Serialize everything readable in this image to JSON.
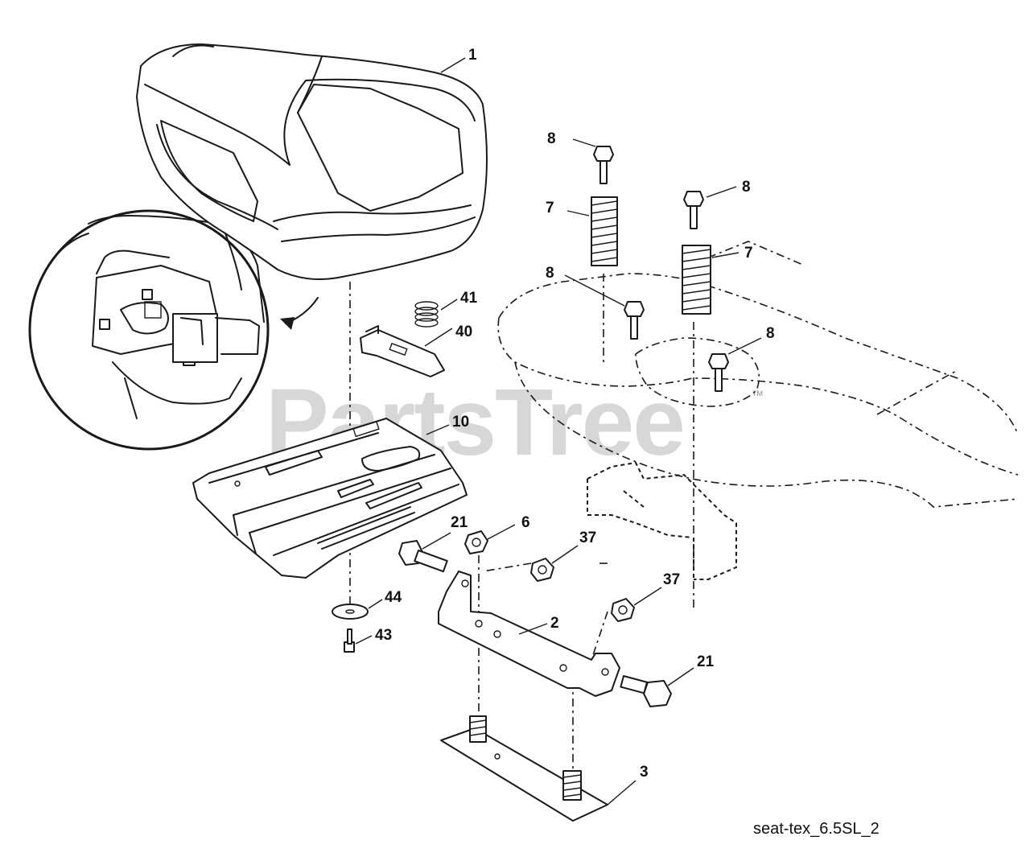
{
  "diagram": {
    "watermark": "PartsTree",
    "trademark": "TM",
    "caption": "seat-tex_6.5SL_2",
    "callouts": {
      "c1": "1",
      "c2": "2",
      "c3": "3",
      "c6": "6",
      "c7a": "7",
      "c7b": "7",
      "c8a": "8",
      "c8b": "8",
      "c8c": "8",
      "c8d": "8",
      "c10": "10",
      "c21a": "21",
      "c21b": "21",
      "c37a": "37",
      "c37b": "37",
      "c40": "40",
      "c41": "41",
      "c43": "43",
      "c44": "44"
    },
    "parts": [
      "seat",
      "seat-pan",
      "bracket",
      "spring-plate",
      "spring",
      "bolt",
      "nut",
      "washer",
      "clip",
      "small-spring",
      "frame",
      "detail-view"
    ]
  }
}
